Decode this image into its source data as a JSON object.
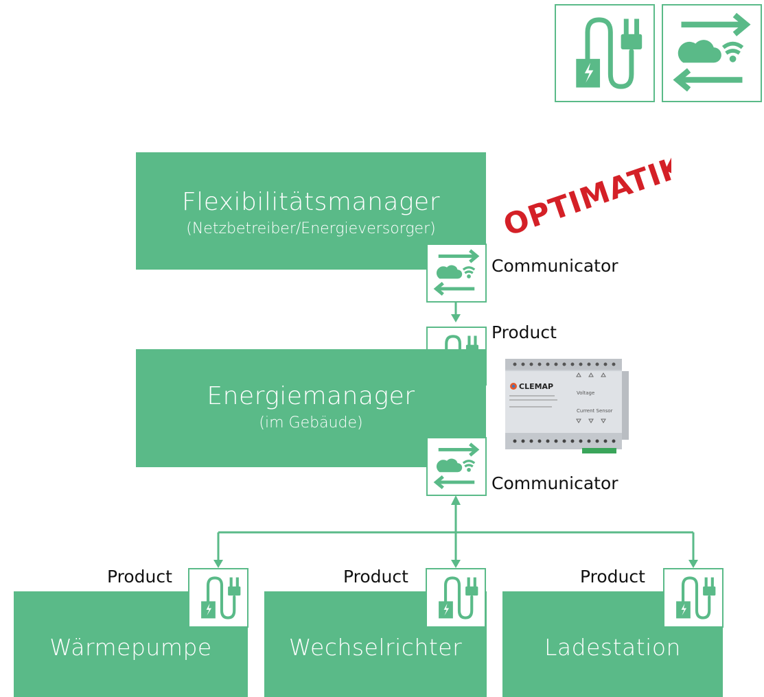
{
  "legend": {
    "product_icon": "plug-cable-icon",
    "communicator_icon": "cloud-wifi-arrows-icon"
  },
  "flex_manager": {
    "title": "Flexibilitätsmanager",
    "subtitle": "(Netzbetreiber/Energieversorger)",
    "logo_text": "OPTIMATIK",
    "communicator_label": "Communicator"
  },
  "energy_manager": {
    "title": "Energiemanager",
    "subtitle": "(im Gebäude)",
    "product_label": "Product",
    "communicator_label": "Communicator",
    "device": {
      "brand": "CLEMAP",
      "voltage_label": "Voltage",
      "sensor_label": "Current Sensor"
    }
  },
  "devices": [
    {
      "name": "Wärmepumpe",
      "product_label": "Product"
    },
    {
      "name": "Wechselrichter",
      "product_label": "Product"
    },
    {
      "name": "Ladestation",
      "product_label": "Product"
    }
  ],
  "colors": {
    "green": "#5aba88",
    "logo_red": "#d42027"
  }
}
